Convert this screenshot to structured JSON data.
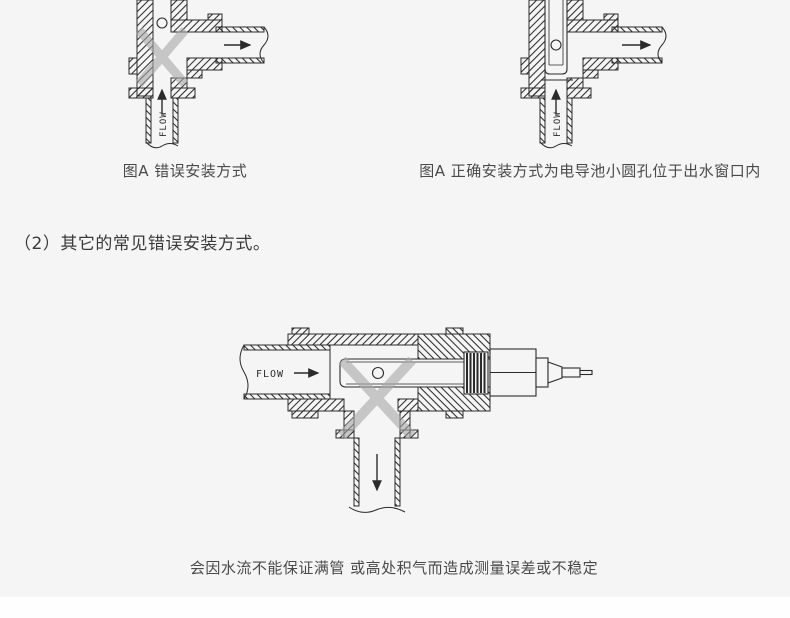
{
  "colors": {
    "background": "#f5f5f5",
    "footer_strip": "#fefefe",
    "line": "#2b2b2b",
    "x_mark": "#a6a6a6",
    "caption_text": "#4a4a4a"
  },
  "figure_a_wrong": {
    "flow_label": "FLOW",
    "caption": "图A 错误安装方式"
  },
  "figure_a_correct": {
    "flow_label": "FLOW",
    "caption": "图A 正确安装方式为电导池小圆孔位于出水窗口内"
  },
  "section": {
    "index_heading": "（2）其它的常见错误安装方式。"
  },
  "figure_tee_wrong": {
    "flow_label": "FLOW",
    "caption": "会因水流不能保证满管 或高处积气而造成测量误差或不稳定"
  }
}
